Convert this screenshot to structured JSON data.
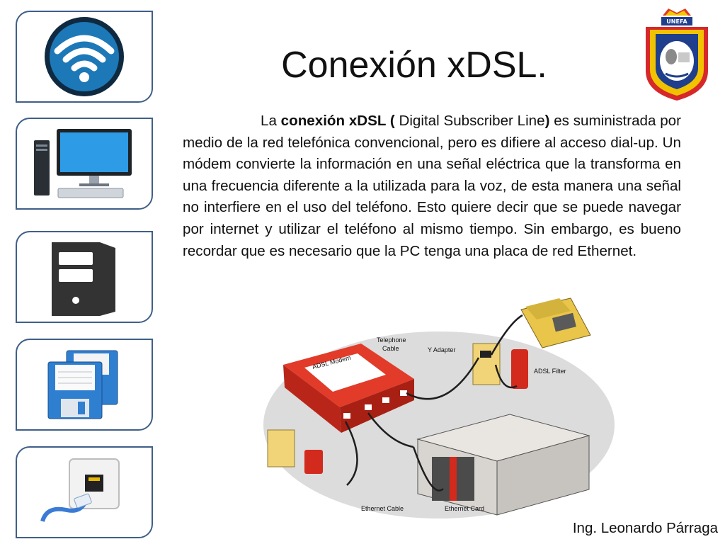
{
  "slide": {
    "title": "Conexión xDSL.",
    "paragraph": {
      "t1": "La ",
      "t2": "conexión xDSL (",
      "t3": " Digital Subscriber Line",
      "t4": ")",
      "t5": " es suministrada por medio de la red telefónica convencional, pero es difiere al acceso dial-up. Un módem convierte la información en una señal eléctrica que la transforma en una frecuencia diferente a la utilizada para la voz, de esta manera una señal no interfiere en el uso del teléfono. Esto quiere decir que se puede navegar por internet y utilizar el teléfono al mismo tiempo. Sin embargo, es bueno recordar que es necesario que la PC tenga una placa de red Ethernet."
    },
    "footer": "Ing. Leonardo Párraga"
  },
  "seal": {
    "acronym": "UNEFA"
  },
  "diagram_labels": {
    "modem": "ADSL Modem",
    "telephone_cable_1": "Telephone",
    "telephone_cable_2": "Cable",
    "y_adapter": "Y Adapter",
    "adsl_filter": "ADSL Filter",
    "ethernet_cable": "Ethernet Cable",
    "ethernet_card": "Ethernet Card"
  },
  "sidebar_icons": [
    "wifi-icon",
    "desktop-computer-icon",
    "server-tower-icon",
    "floppy-disks-icon",
    "ethernet-port-icon"
  ],
  "colors": {
    "tile_border": "#3f5f88",
    "wifi_blue": "#1d78b8",
    "modem_red": "#c8281e"
  }
}
